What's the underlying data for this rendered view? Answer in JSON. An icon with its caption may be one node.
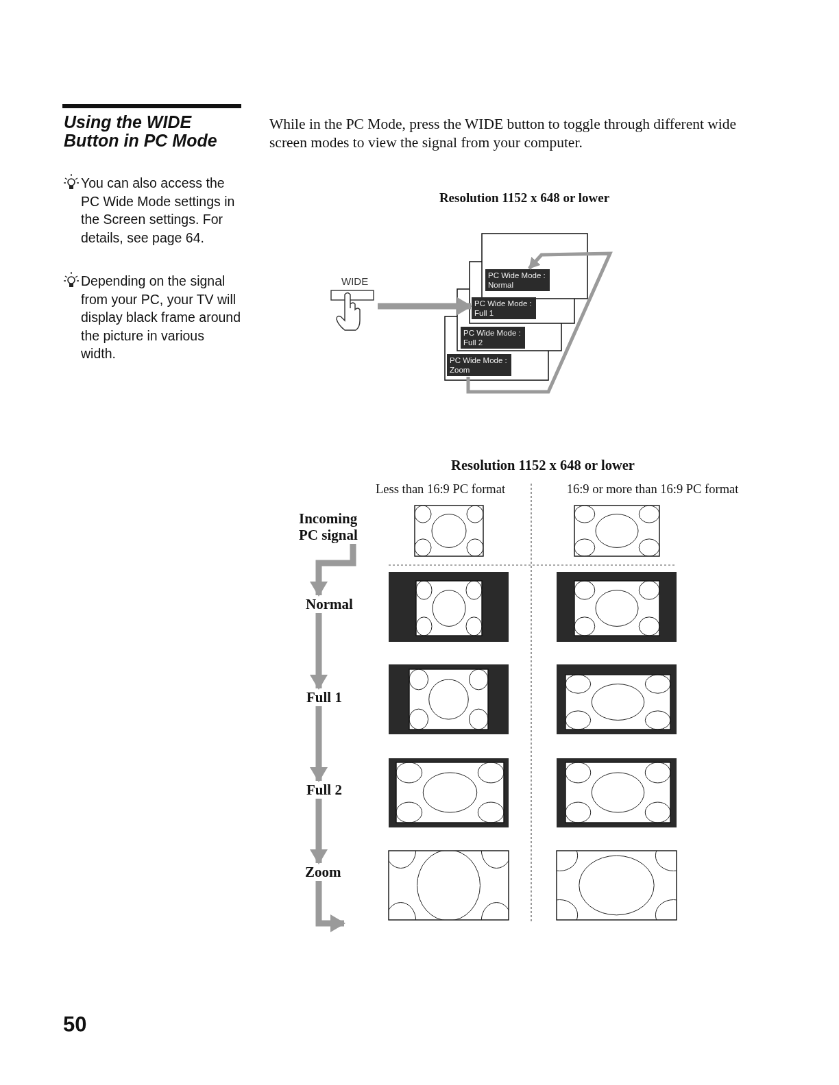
{
  "diagram": {
    "title": "Using the WIDE Button in PC Mode",
    "nodes": [
      {
        "text": [
          "WIDE"
        ]
      },
      {
        "text": [
          "PC Wide Mode : Normal"
        ]
      },
      {
        "text": [
          "PC Wide Mode : Full 1"
        ]
      },
      {
        "text": [
          "PC Wide Mode : Full 2"
        ]
      },
      {
        "text": [
          "PC Wide Mode : Zoom"
        ]
      },
      {
        "text": [
          "Incoming PC signal"
        ]
      },
      {
        "text": [
          "Normal"
        ]
      },
      {
        "text": [
          "Full 1"
        ]
      },
      {
        "text": [
          "Full 2"
        ]
      },
      {
        "text": [
          "Zoom"
        ]
      }
    ],
    "edges": [
      {
        "from": 0,
        "to": 2,
        "arrow": "to"
      },
      {
        "from": 4,
        "to": 1,
        "arrow": "to"
      },
      {
        "from": 5,
        "to": 6,
        "arrow": "to"
      },
      {
        "from": 6,
        "to": 7,
        "arrow": "to"
      },
      {
        "from": 7,
        "to": 8,
        "arrow": "to"
      },
      {
        "from": 8,
        "to": 9,
        "arrow": "to"
      },
      {
        "from": 9,
        "to": null,
        "arrow": "to"
      }
    ],
    "labels": [
      "While in the PC Mode, press the WIDE button to toggle through different wide screen modes to view the signal from your computer.",
      "You can also access the PC Wide Mode settings in the Screen settings. For details, see page 64.",
      "Depending on the signal from your PC, your TV will display black frame around the picture in various width.",
      "Resolution 1152 x 648 or lower",
      "Resolution 1152 x 648 or lower",
      "Less than 16:9 PC format",
      "16:9 or more than 16:9 PC format",
      "50"
    ]
  }
}
